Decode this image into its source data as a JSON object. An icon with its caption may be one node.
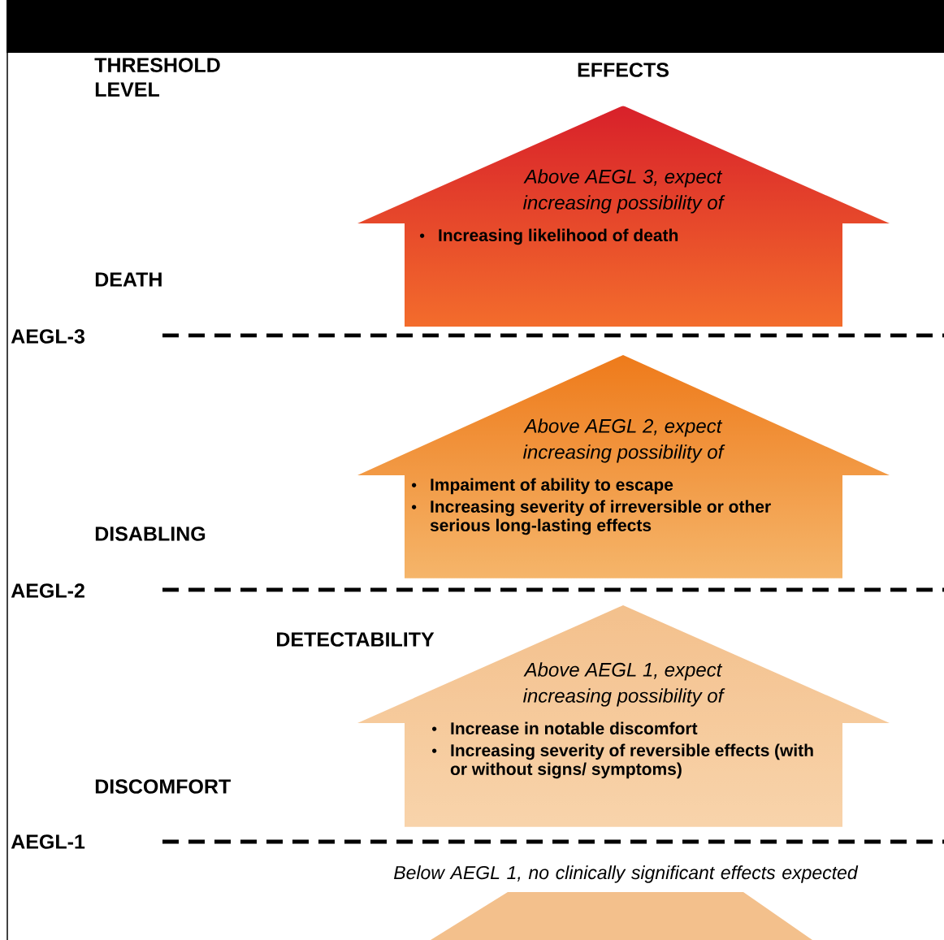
{
  "diagram": {
    "nodes": [
      {
        "text": [
          "Above AEGL 3, expect increasing possibility of",
          "Increasing likelihood of death"
        ]
      },
      {
        "text": [
          "Above AEGL 2, expect increasing possibility of",
          "Impaiment of ability to escape",
          "Increasing severity of irreversible or other serious long-lasting effects"
        ]
      },
      {
        "text": [
          "Above AEGL 1, expect increasing possibility of",
          "Increase in notable discomfort",
          "Increasing severity of reversible effects (with or without signs/ symptoms)"
        ]
      },
      {
        "text": [],
        "shape": "arrow"
      }
    ],
    "labels": [
      "THRESHOLD LEVEL",
      "EFFECTS",
      "DEATH",
      "AEGL-3",
      "DISABLING",
      "AEGL-2",
      "DETECTABILITY",
      "DISCOMFORT",
      "AEGL-1",
      "Below AEGL 1, no clinically significant effects expected"
    ]
  }
}
